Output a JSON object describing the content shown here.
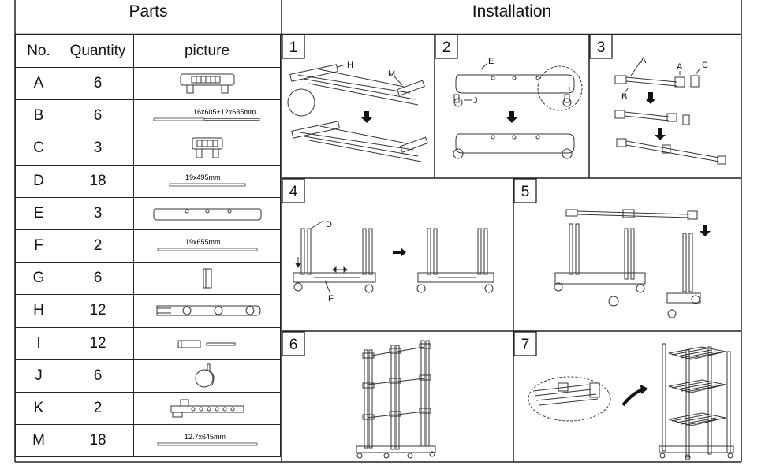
{
  "headers": {
    "parts": "Parts",
    "installation": "Installation"
  },
  "columns": {
    "no": "No.",
    "quantity": "Quantity",
    "picture": "picture"
  },
  "parts": [
    {
      "no": "A",
      "quantity": "6",
      "picture": "end-connector"
    },
    {
      "no": "B",
      "quantity": "6",
      "picture": "telescopic-tube",
      "dimension": "16x605+12x635mm"
    },
    {
      "no": "C",
      "quantity": "3",
      "picture": "top-connector"
    },
    {
      "no": "D",
      "quantity": "18",
      "picture": "tube",
      "dimension": "19x495mm"
    },
    {
      "no": "E",
      "quantity": "3",
      "picture": "base-foot"
    },
    {
      "no": "F",
      "quantity": "2",
      "picture": "tube",
      "dimension": "19x655mm"
    },
    {
      "no": "G",
      "quantity": "6",
      "picture": "sleeve"
    },
    {
      "no": "H",
      "quantity": "12",
      "picture": "wing-connector"
    },
    {
      "no": "I",
      "quantity": "12",
      "picture": "pin-and-tube"
    },
    {
      "no": "J",
      "quantity": "6",
      "picture": "caster-wheel"
    },
    {
      "no": "K",
      "quantity": "2",
      "picture": "slotted-bracket"
    },
    {
      "no": "M",
      "quantity": "18",
      "picture": "tube",
      "dimension": "12.7x645mm"
    }
  ],
  "steps": [
    {
      "number": "1",
      "labels": [
        "H",
        "M"
      ]
    },
    {
      "number": "2",
      "labels": [
        "E",
        "J",
        "I"
      ]
    },
    {
      "number": "3",
      "labels": [
        "A",
        "A",
        "C",
        "B"
      ]
    },
    {
      "number": "4",
      "labels": [
        "D",
        "F"
      ]
    },
    {
      "number": "5",
      "labels": []
    },
    {
      "number": "6",
      "labels": []
    },
    {
      "number": "7",
      "labels": []
    }
  ]
}
